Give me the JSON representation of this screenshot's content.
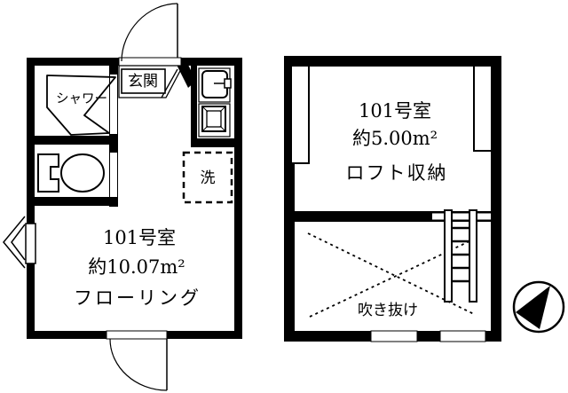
{
  "colors": {
    "wall": "#000000",
    "background": "#ffffff",
    "line": "#000000"
  },
  "plan_1f": {
    "entrance_label": "玄関",
    "shower_label": "シャワー",
    "laundry_label": "洗",
    "room_label": "101号室",
    "area_label": "約10.07m²",
    "floor_label": "フローリング"
  },
  "plan_loft": {
    "room_label": "101号室",
    "area_label": "約5.00m²",
    "storage_label": "ロフト収納",
    "void_label": "吹き抜け"
  },
  "icons": {
    "compass": "north-arrow-icon",
    "toilet": "toilet-icon",
    "sink": "sink-icon",
    "stove": "stove-icon",
    "ladder": "ladder-icon",
    "window_chevron": "window-chevron-icon"
  }
}
